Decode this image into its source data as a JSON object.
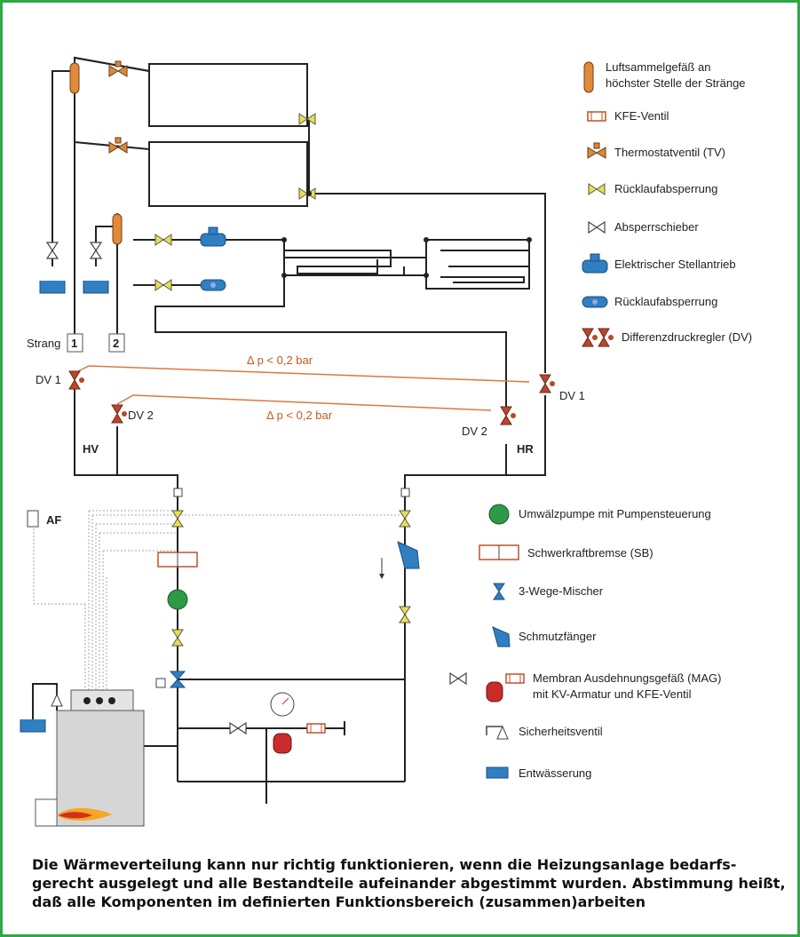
{
  "legend_top": [
    {
      "icon": "air-collector-icon",
      "text": "Luftsammelgefäß an höchster Stelle der Stränge"
    },
    {
      "icon": "kfe-valve-icon",
      "text": "KFE-Ventil"
    },
    {
      "icon": "thermostat-valve-icon",
      "text": "Thermostatventil (TV)"
    },
    {
      "icon": "return-shutoff-icon",
      "text": "Rücklaufabsperrung"
    },
    {
      "icon": "gate-valve-icon",
      "text": "Absperrschieber"
    },
    {
      "icon": "electric-actuator-icon",
      "text": "Elektrischer Stellantrieb"
    },
    {
      "icon": "return-shutoff-blue-icon",
      "text": "Rücklaufabsperrung"
    },
    {
      "icon": "differential-pressure-regulator-icon",
      "text": "Differenzdruckregler (DV)"
    }
  ],
  "legend_bottom": [
    {
      "icon": "circulation-pump-icon",
      "text": "Umwälzpumpe mit Pumpensteuerung"
    },
    {
      "icon": "gravity-brake-icon",
      "text": "Schwerkraftbremse (SB)"
    },
    {
      "icon": "three-way-mixer-icon",
      "text": "3-Wege-Mischer"
    },
    {
      "icon": "dirt-trap-icon",
      "text": "Schmutzfänger"
    },
    {
      "icon": "expansion-vessel-icon",
      "text": "Membran Ausdehnungsgefäß (MAG) mit KV-Armatur und KFE-Ventil"
    },
    {
      "icon": "safety-valve-icon",
      "text": "Sicherheitsventil"
    },
    {
      "icon": "drainage-icon",
      "text": "Entwässerung"
    }
  ],
  "labels": {
    "strang": "Strang",
    "strang1": "1",
    "strang2": "2",
    "dv1_left": "DV 1",
    "dv2_left": "DV 2",
    "dv2_right": "DV 2",
    "dv1_right": "DV 1",
    "dp_upper": "Δ p < 0,2 bar",
    "dp_lower": "Δ p < 0,2 bar",
    "hv": "HV",
    "hr": "HR",
    "af": "AF"
  },
  "caption": [
    "Die Wärmeverteilung kann nur richtig funktionieren, wenn die Heizungsanlage bedarfs-",
    "gerecht ausgelegt und alle Bestandteile aufeinander abgestimmt wurden. Abstimmung heißt,",
    "daß alle Komponenten im definierten Funktionsbereich (zusammen)arbeiten"
  ],
  "colors": {
    "frame": "#2fa84a",
    "pipe": "#222222",
    "signal": "#bbbbbb",
    "dp_line": "#d9793f",
    "valve_yellow": "#e7e04a",
    "valve_orange": "#d98a3a",
    "blue": "#2f7fc2",
    "pump_green": "#2e9a47",
    "red": "#cc2b2b"
  }
}
